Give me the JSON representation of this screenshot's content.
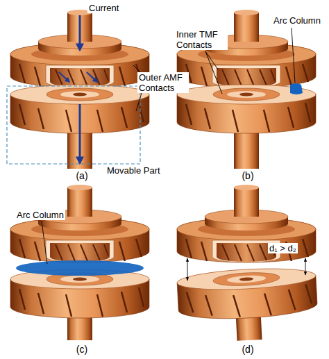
{
  "diagram": {
    "labels": [
      "(a)",
      "(b)",
      "(c)",
      "(d)",
      "Current",
      "Inner TMF Contacts",
      "Outer AMF Contacts",
      "Movable Part",
      "Arc Column",
      "Arc Column",
      "d₁ > d₂"
    ]
  }
}
